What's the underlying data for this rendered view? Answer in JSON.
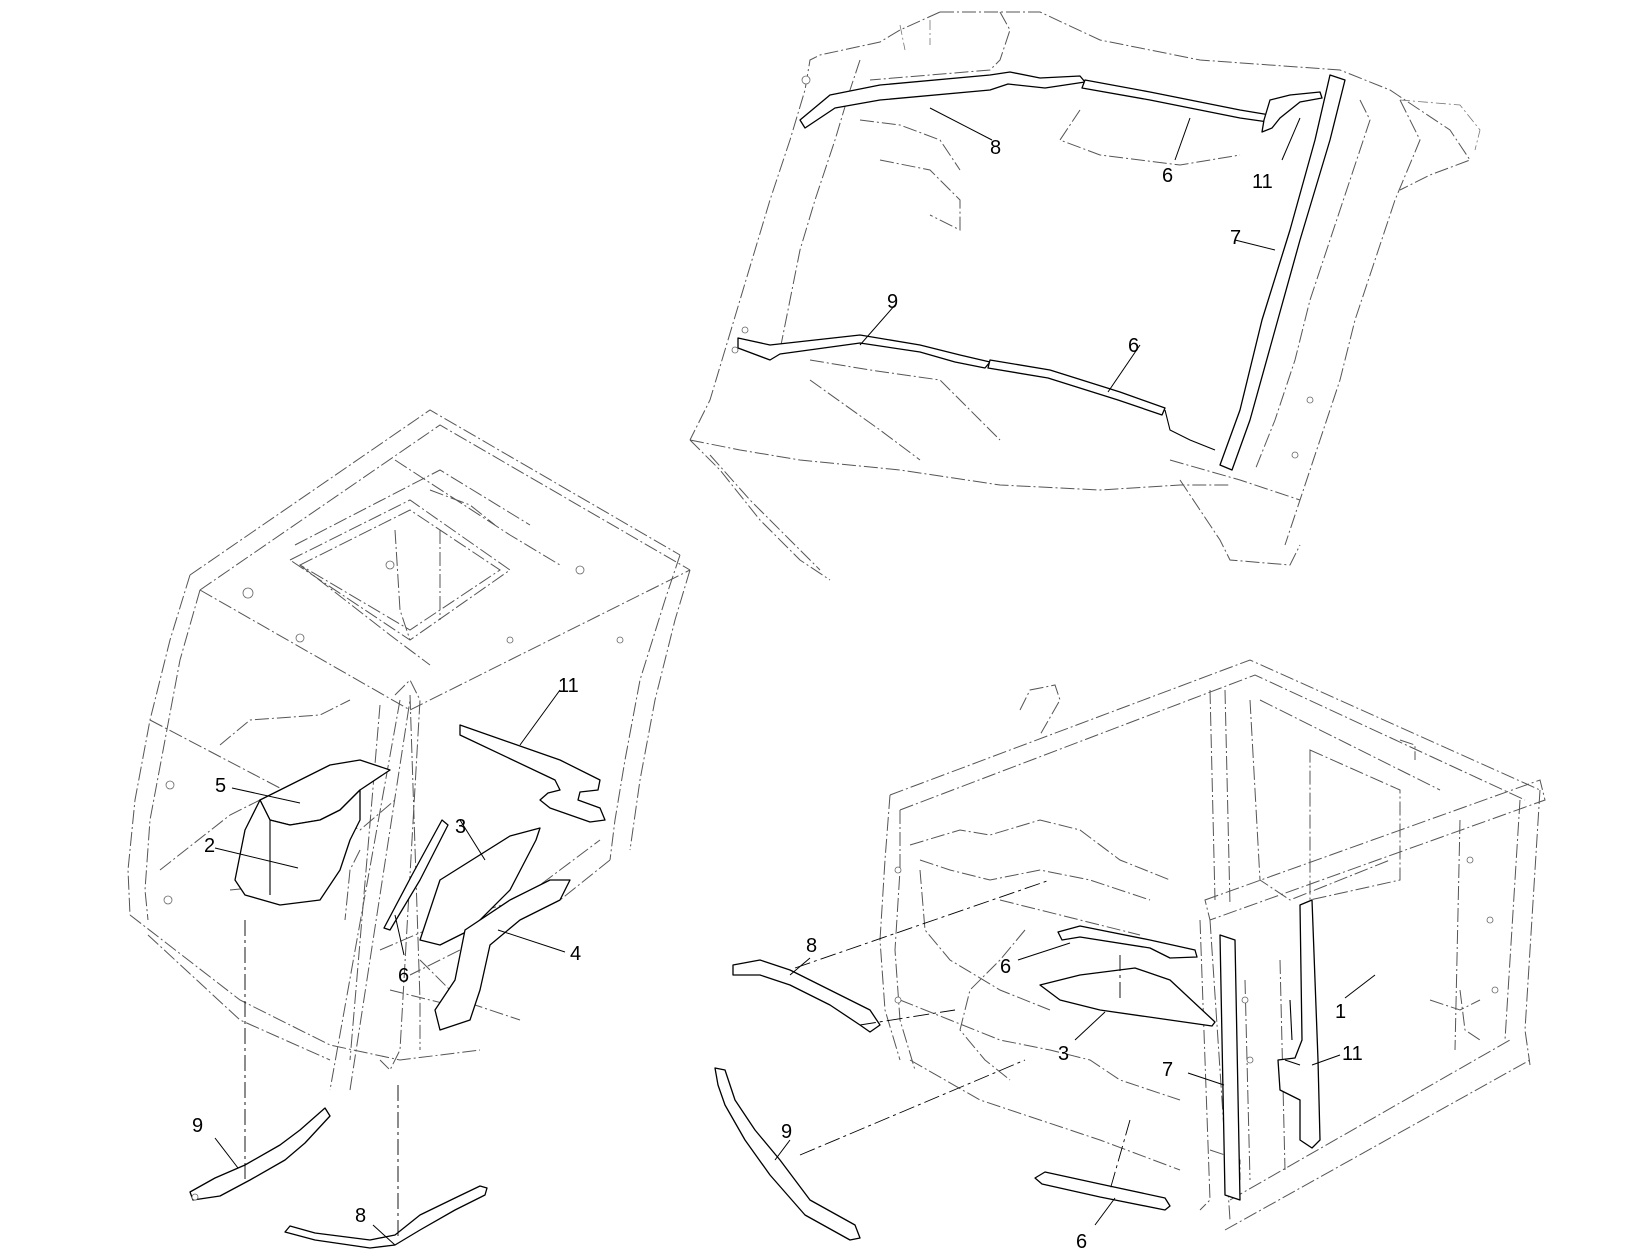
{
  "callouts": {
    "top": [
      {
        "id": "t8",
        "text": "8"
      },
      {
        "id": "t6a",
        "text": "6"
      },
      {
        "id": "t11",
        "text": "11"
      },
      {
        "id": "t7",
        "text": "7"
      },
      {
        "id": "t9",
        "text": "9"
      },
      {
        "id": "t6b",
        "text": "6"
      }
    ],
    "left": [
      {
        "id": "l11",
        "text": "11"
      },
      {
        "id": "l5",
        "text": "5"
      },
      {
        "id": "l2",
        "text": "2"
      },
      {
        "id": "l3",
        "text": "3"
      },
      {
        "id": "l4",
        "text": "4"
      },
      {
        "id": "l6",
        "text": "6"
      },
      {
        "id": "l9",
        "text": "9"
      },
      {
        "id": "l8",
        "text": "8"
      }
    ],
    "right": [
      {
        "id": "r8",
        "text": "8"
      },
      {
        "id": "r6a",
        "text": "6"
      },
      {
        "id": "r1",
        "text": "1"
      },
      {
        "id": "r3",
        "text": "3"
      },
      {
        "id": "r11",
        "text": "11"
      },
      {
        "id": "r7",
        "text": "7"
      },
      {
        "id": "r9",
        "text": "9"
      },
      {
        "id": "r6b",
        "text": "6"
      }
    ]
  },
  "colors": {
    "line": "#000000",
    "ghost": "#555555",
    "background": "#ffffff"
  }
}
